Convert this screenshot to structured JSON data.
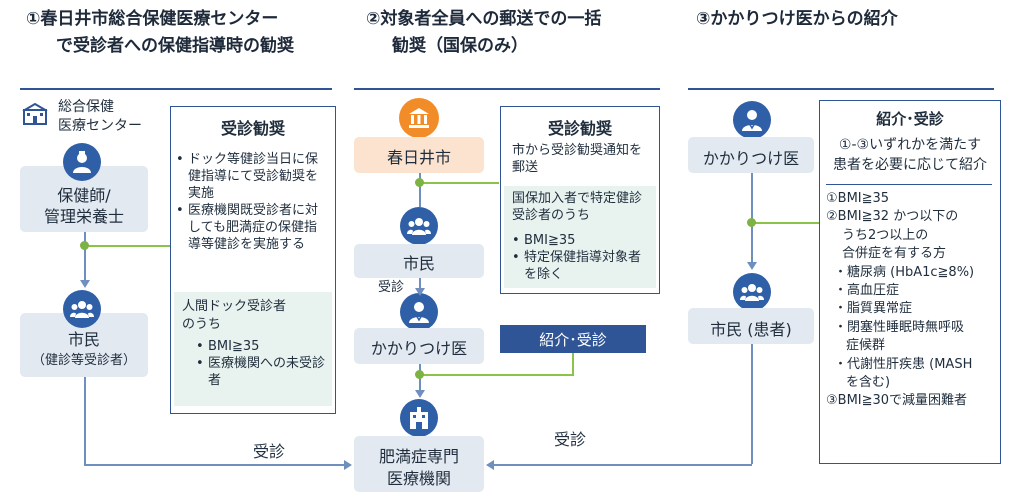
{
  "colors": {
    "navy": "#2f5597",
    "node_bg": "#e3e9f1",
    "icon_blue": "#2f5fa7",
    "green": "#7cb342",
    "city_orange": "#f28c28",
    "mint": "#e8f3ef"
  },
  "col1": {
    "heading_line1": "①春日井市総合保健医療センター",
    "heading_line2": "で受診者への保健指導時の勧奨",
    "center_label_line1": "総合保健",
    "center_label_line2": "医療センター",
    "nurse_line1": "保健師/",
    "nurse_line2": "管理栄養士",
    "citizen_line1": "市民",
    "citizen_line2": "（健診等受診者）",
    "box_title": "受診勧奨",
    "box_items": [
      "ドック等健診当日に保健指導にて受診勧奨を実施",
      "医療機関既受診者に対しても肥満症の保健指導等健診を実施する"
    ],
    "sub_line1": "人間ドック受診者",
    "sub_line2": "のうち",
    "sub_items": [
      "BMI≧35",
      "医療機関への未受診者"
    ],
    "arrow_label": "受診"
  },
  "col2": {
    "heading_line1": "②対象者全員への郵送での一括",
    "heading_line2": "勧奨（国保のみ）",
    "city_label": "春日井市",
    "citizen_label": "市民",
    "visit_label": "受診",
    "doctor_label": "かかりつけ医",
    "referral_label": "紹介･受診",
    "box_title": "受診勧奨",
    "box_text": "市から受診勧奨通知を郵送",
    "sub_text": "国保加入者で特定健診受診者のうち",
    "sub_items": [
      "BMI≧35",
      "特定保健指導対象者を除く"
    ],
    "hospital_line1": "肥満症専門",
    "hospital_line2": "医療機関",
    "arrow_label": "受診"
  },
  "col3": {
    "heading": "③かかりつけ医からの紹介",
    "doctor_label": "かかりつけ医",
    "patient_label": "市民 (患者)",
    "box_title": "紹介･受診",
    "box_sub_line1": "①-③いずれかを満たす",
    "box_sub_line2": "患者を必要に応じて紹介",
    "criteria": [
      "①BMI≧35",
      "②BMI≧32 かつ以下の",
      "うち2つ以上の",
      "合併症を有する方",
      "・糖尿病 (HbA1c≧8%)",
      "・高血圧症",
      "・脂質異常症",
      "・閉塞性睡眠時無呼吸",
      "症候群",
      "・代謝性肝疾患 (MASH",
      "を含む)",
      "③BMI≧30で減量困難者"
    ]
  }
}
